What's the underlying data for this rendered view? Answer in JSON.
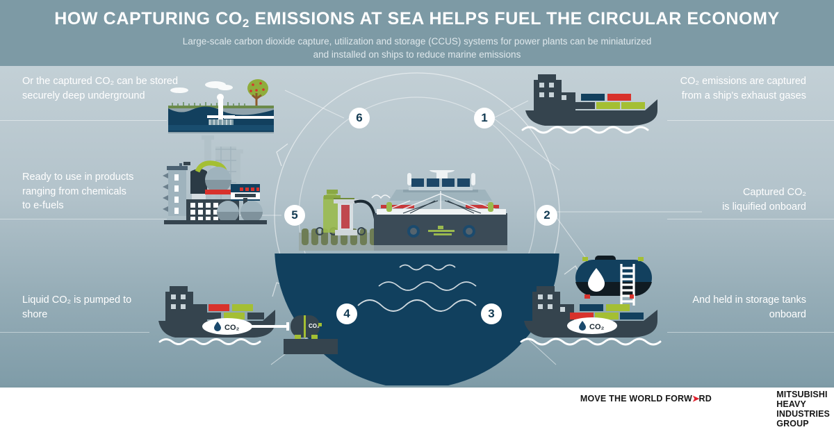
{
  "header": {
    "title_part1": "HOW CAPTURING CO",
    "title_sub": "2",
    "title_part2": " EMISSIONS AT SEA HELPS FUEL THE CIRCULAR ECONOMY",
    "subtitle_line1": "Large-scale carbon dioxide capture, utilization and storage (CCUS) systems for power plants can be miniaturized",
    "subtitle_line2": "and installed on ships to reduce marine emissions"
  },
  "steps": [
    {
      "number": "1",
      "side": "right",
      "text_line1": "CO₂ emissions are captured",
      "text_line2": "from a ship's exhaust gases",
      "illustration": "cargo-ship-with-containers"
    },
    {
      "number": "2",
      "side": "right",
      "text_line1": "Captured CO₂",
      "text_line2": "is liquified onboard",
      "illustration": "liquefaction-tank-with-ladder"
    },
    {
      "number": "3",
      "side": "right",
      "text_line1": "And held in storage tanks",
      "text_line2": "onboard",
      "illustration": "cargo-ship-with-co2-badge"
    },
    {
      "number": "4",
      "side": "left",
      "text_line1": "Liquid CO₂ is pumped to",
      "text_line2": "shore",
      "illustration": "ship-pumping-to-shore-tank"
    },
    {
      "number": "5",
      "side": "left",
      "text_line1": "Ready to use in products",
      "text_line2": "ranging from chemicals",
      "text_line3": "to e-fuels",
      "illustration": "chemical-plant"
    },
    {
      "number": "6",
      "side": "left",
      "text_line1": "Or the captured CO₂ can be stored",
      "text_line2": "securely deep underground",
      "illustration": "underground-storage-cross-section"
    }
  ],
  "center": {
    "illustration": "tanker-ship-at-terminal-over-sea",
    "badge_label": "CO₂"
  },
  "footer": {
    "tagline_before": "MOVE THE WORLD FORW",
    "tagline_arrow": "➤",
    "tagline_after": "RD",
    "brand_line1": "MITSUBISHI",
    "brand_line2": "HEAVY",
    "brand_line3": "INDUSTRIES",
    "brand_line4": "GROUP"
  },
  "colors": {
    "header_band": "#7d9aa5",
    "background_top": "#c3d0d6",
    "background_bottom": "#7f9ca8",
    "deep_navy": "#11405e",
    "dark_slate": "#35444e",
    "accent_green": "#a4bf33",
    "accent_red": "#d8322c",
    "accent_blue": "#12405e",
    "white": "#ffffff",
    "brand_red": "#e0202c"
  }
}
